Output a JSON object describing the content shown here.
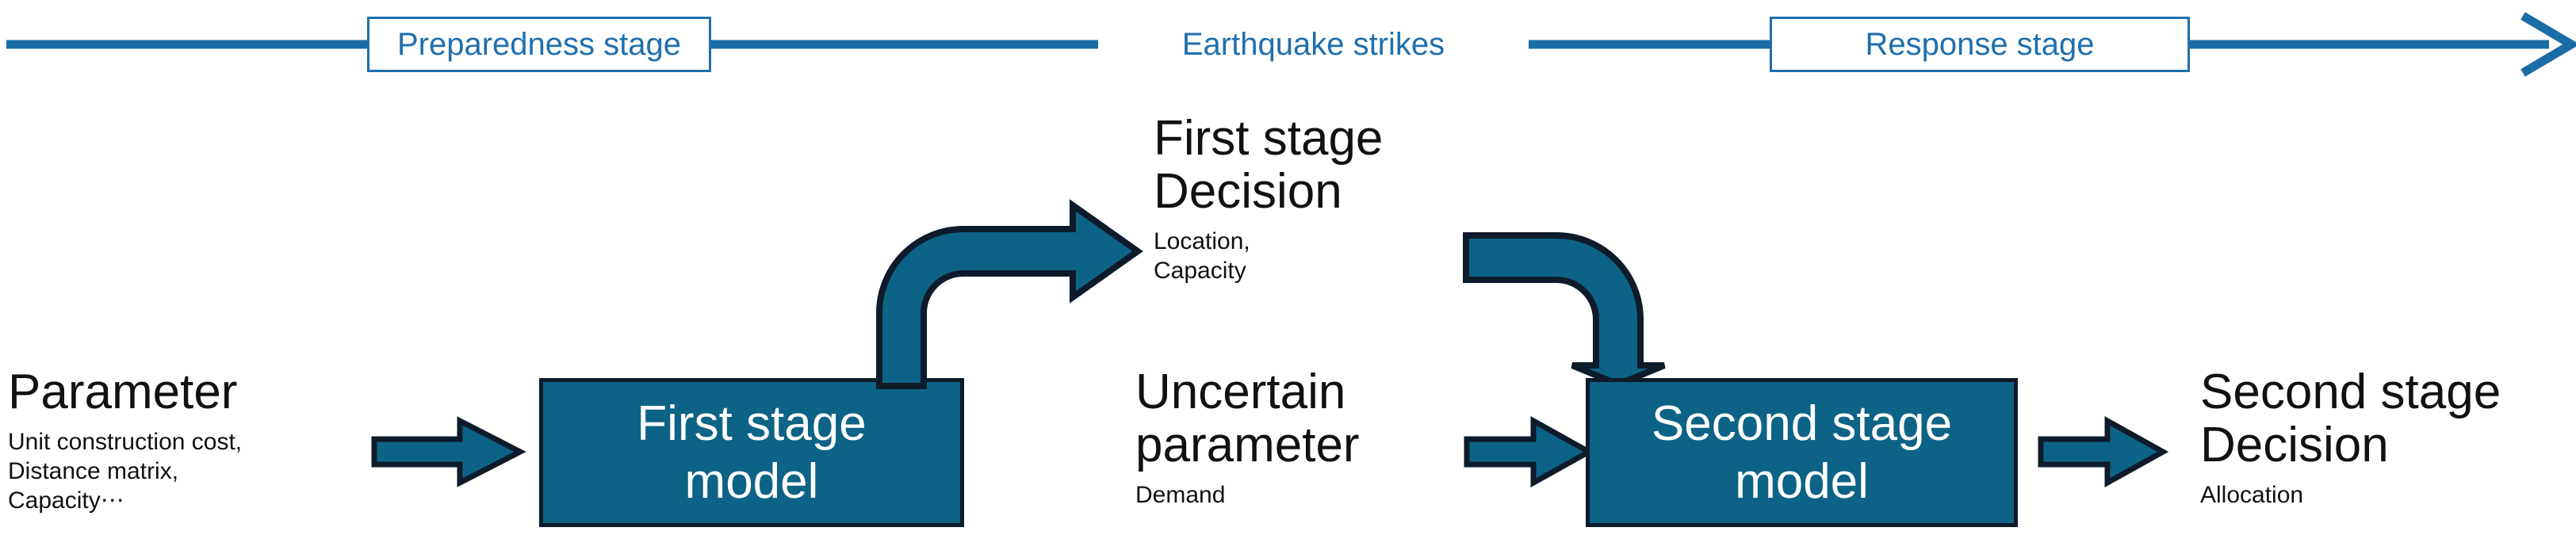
{
  "colors": {
    "teal_fill": "#0d6386",
    "dark_outline": "#0d1b2a",
    "timeline_blue": "#1f6fad",
    "text_black": "#111111",
    "box_text": "#ffffff",
    "background": "#ffffff"
  },
  "timeline": {
    "preparedness_label": "Preparedness stage",
    "earthquake_label": "Earthquake strikes",
    "response_label": "Response stage"
  },
  "nodes": {
    "parameter": {
      "title": "Parameter",
      "sub_lines": [
        "Unit construction cost,",
        "Distance matrix,",
        "Capacity⋯"
      ]
    },
    "first_stage_model": {
      "line1": "First stage",
      "line2": "model"
    },
    "first_stage_decision": {
      "title_line1": "First stage",
      "title_line2": "Decision",
      "sub_lines": [
        "Location,",
        "Capacity"
      ]
    },
    "uncertain_parameter": {
      "title_line1": "Uncertain",
      "title_line2": "parameter",
      "sub_lines": [
        "Demand"
      ]
    },
    "second_stage_model": {
      "line1": "Second stage",
      "line2": "model"
    },
    "second_stage_decision": {
      "title_line1": "Second stage",
      "title_line2": "Decision",
      "sub_lines": [
        "Allocation"
      ]
    }
  },
  "arrows": {
    "parameter_to_first_model": "arrow-right",
    "first_model_to_first_decision": "curved-arrow-up-right",
    "first_decision_to_second_model": "curved-arrow-right-down",
    "uncertain_to_second_model": "arrow-right",
    "second_model_to_second_decision": "arrow-right",
    "timeline_end": "arrow-right"
  }
}
